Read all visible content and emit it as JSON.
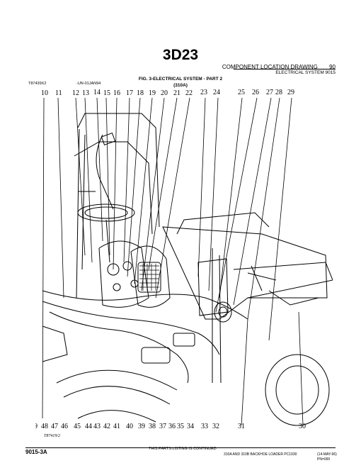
{
  "page_number": "3D23",
  "header": {
    "section_title": "COMPONENT LOCATION DRAWING",
    "section_number": "90",
    "subsection": "ELECTRICAL SYSTEM  9015"
  },
  "figure": {
    "title": "FIG. 3-ELECTRICAL SYSTEM - PART 2",
    "subtitle": "(310A)",
    "ref_id": "T87439X2",
    "ref_date": "-UN-01JAN94",
    "drawing_no": "T87419/2",
    "callouts_top": [
      "10",
      "11",
      "12",
      "13",
      "14",
      "15",
      "16",
      "17",
      "18",
      "19",
      "20",
      "21",
      "22",
      "23",
      "24",
      "25",
      "26",
      "27",
      "28",
      "29"
    ],
    "callouts_bottom": [
      "9",
      "48",
      "47",
      "46",
      "45",
      "44",
      "43",
      "42",
      "41",
      "40",
      "39",
      "38",
      "37",
      "36",
      "35",
      "34",
      "33",
      "32",
      "31",
      "30"
    ]
  },
  "footer": {
    "page_code": "9015-3A",
    "continued": "THIS PARTS LISTING IS CONTINUED",
    "model": "310A AND 310B BACKHOE LOADER   PC1930",
    "date": "(14-MAY-96)",
    "pn": "PN=000"
  }
}
